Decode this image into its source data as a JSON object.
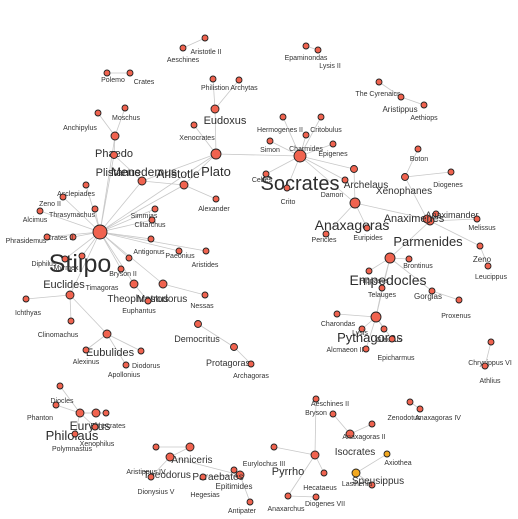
{
  "graph": {
    "colors": {
      "node": "#f0634f",
      "node_alt": "#f2a81f",
      "edge": "#c8c8c8",
      "stroke": "#222222",
      "label": "#333333"
    },
    "nodes": [
      {
        "id": "stilpo",
        "label": "Stilpo"
      },
      {
        "id": "socrates",
        "label": "Socrates"
      },
      {
        "id": "plato",
        "label": "Plato"
      },
      {
        "id": "anaxagoras",
        "label": "Anaxagoras"
      },
      {
        "id": "parmenides",
        "label": "Parmenides"
      },
      {
        "id": "empedocles",
        "label": "Empedocles"
      },
      {
        "id": "pythagoras",
        "label": "Pythagoras"
      },
      {
        "id": "menedemus",
        "label": "Menedemus"
      },
      {
        "id": "aristotle",
        "label": "Aristotle"
      },
      {
        "id": "phaedo",
        "label": "Phaedo"
      },
      {
        "id": "plistanus",
        "label": "Plistanus"
      },
      {
        "id": "eudoxus",
        "label": "Eudoxus"
      },
      {
        "id": "euclides",
        "label": "Euclides"
      },
      {
        "id": "eubulides",
        "label": "Eubulides"
      },
      {
        "id": "theophrastus",
        "label": "Theophrastus"
      },
      {
        "id": "metrodorus",
        "label": "Metrodorus"
      },
      {
        "id": "anaximander",
        "label": "Anaximander"
      },
      {
        "id": "anaximenes",
        "label": "Anaximenes"
      },
      {
        "id": "xenophanes",
        "label": "Xenophanes"
      },
      {
        "id": "archelaus",
        "label": "Archelaus"
      },
      {
        "id": "philolaus",
        "label": "Philolaus"
      },
      {
        "id": "eurytus",
        "label": "Eurytus"
      },
      {
        "id": "theodorus",
        "label": "Theodorus"
      },
      {
        "id": "paraebates",
        "label": "Paraebates"
      },
      {
        "id": "pyrrho",
        "label": "Pyrrho"
      },
      {
        "id": "isocrates",
        "label": "Isocrates"
      },
      {
        "id": "speusippus",
        "label": "Speusippus"
      },
      {
        "id": "anniceris",
        "label": "Anniceris"
      },
      {
        "id": "democritus",
        "label": "Democritus"
      },
      {
        "id": "protagoras",
        "label": "Protagoras"
      },
      {
        "id": "aristotle_ii",
        "label": "Aristotle II"
      },
      {
        "id": "aeschines",
        "label": "Aeschines"
      },
      {
        "id": "epaminondas",
        "label": "Epaminondas"
      },
      {
        "id": "lysis_ii",
        "label": "Lysis II"
      },
      {
        "id": "polemo",
        "label": "Polemo"
      },
      {
        "id": "crates",
        "label": "Crates"
      },
      {
        "id": "philistion",
        "label": "Philistion"
      },
      {
        "id": "archytas",
        "label": "Archytas"
      },
      {
        "id": "the_cyrenaics",
        "label": "The Cyrenaics"
      },
      {
        "id": "aristippus",
        "label": "Aristippus"
      },
      {
        "id": "aethiops",
        "label": "Aethiops"
      },
      {
        "id": "moschus",
        "label": "Moschus"
      },
      {
        "id": "anchipylus",
        "label": "Anchipylus"
      },
      {
        "id": "xenocrates",
        "label": "Xenocrates"
      },
      {
        "id": "charmides",
        "label": "Charmides"
      },
      {
        "id": "hermogenes_ii",
        "label": "Hermogenes II"
      },
      {
        "id": "critobulus",
        "label": "Critobulus"
      },
      {
        "id": "simon",
        "label": "Simon"
      },
      {
        "id": "epigenes",
        "label": "Epigenes"
      },
      {
        "id": "cebes",
        "label": "Cebes"
      },
      {
        "id": "crito",
        "label": "Crito"
      },
      {
        "id": "damon",
        "label": "Damon"
      },
      {
        "id": "boton",
        "label": "Boton"
      },
      {
        "id": "diogenes",
        "label": "Diogenes"
      },
      {
        "id": "asclepiades",
        "label": "Asclepiades"
      },
      {
        "id": "zeno_ii",
        "label": "Zeno II"
      },
      {
        "id": "thrasymachus",
        "label": "Thrasymachus"
      },
      {
        "id": "alcimus",
        "label": "Alcimus"
      },
      {
        "id": "crates_ii",
        "label": "Crates II"
      },
      {
        "id": "phrasidemus",
        "label": "Phrasidemus"
      },
      {
        "id": "diphilus",
        "label": "Diphilus"
      },
      {
        "id": "myrmex",
        "label": "Myrmex"
      },
      {
        "id": "simmias",
        "label": "Simmias"
      },
      {
        "id": "clitarchus",
        "label": "Clitarchus"
      },
      {
        "id": "alexander",
        "label": "Alexander"
      },
      {
        "id": "antigonus",
        "label": "Antigonus"
      },
      {
        "id": "paeonius",
        "label": "Paeonius"
      },
      {
        "id": "pericles",
        "label": "Pericles"
      },
      {
        "id": "euripides",
        "label": "Euripides"
      },
      {
        "id": "melissus",
        "label": "Melissus"
      },
      {
        "id": "zeno",
        "label": "Zeno"
      },
      {
        "id": "leucippus",
        "label": "Leucippus"
      },
      {
        "id": "brontinus",
        "label": "Brontinus"
      },
      {
        "id": "hippasus",
        "label": "Hippasus"
      },
      {
        "id": "telauges",
        "label": "Telauges"
      },
      {
        "id": "gorgias",
        "label": "Gorgias"
      },
      {
        "id": "proxenus",
        "label": "Proxenus"
      },
      {
        "id": "aristides",
        "label": "Aristides"
      },
      {
        "id": "timagoras",
        "label": "Timagoras"
      },
      {
        "id": "bryson_ii",
        "label": "Bryson II"
      },
      {
        "id": "euphantus",
        "label": "Euphantus"
      },
      {
        "id": "nessas",
        "label": "Nessas"
      },
      {
        "id": "ichthyas",
        "label": "Ichthyas"
      },
      {
        "id": "clinomachus",
        "label": "Clinomachus"
      },
      {
        "id": "charondas",
        "label": "Charondas"
      },
      {
        "id": "lysis",
        "label": "Lysis"
      },
      {
        "id": "alcmaeon_ii",
        "label": "Alcmaeon II"
      },
      {
        "id": "glaucus",
        "label": "Glaucus"
      },
      {
        "id": "epicharmus",
        "label": "Epicharmus"
      },
      {
        "id": "alexinus",
        "label": "Alexinus"
      },
      {
        "id": "diodorus",
        "label": "Diodorus"
      },
      {
        "id": "apollonius",
        "label": "Apollonius"
      },
      {
        "id": "archagoras",
        "label": "Archagoras"
      },
      {
        "id": "chrysippus_vi",
        "label": "Chrysippus VI"
      },
      {
        "id": "athlius",
        "label": "Athlius"
      },
      {
        "id": "diocles",
        "label": "Diocles"
      },
      {
        "id": "phanton",
        "label": "Phanton"
      },
      {
        "id": "echecrates",
        "label": "Echecrates"
      },
      {
        "id": "xenophilus",
        "label": "Xenophilus"
      },
      {
        "id": "polymnastus",
        "label": "Polymnastus"
      },
      {
        "id": "bryson",
        "label": "Bryson"
      },
      {
        "id": "aeschines_ii",
        "label": "Aeschines II"
      },
      {
        "id": "zenodotus",
        "label": "Zenodotus"
      },
      {
        "id": "anaxagoras_iv",
        "label": "Anaxagoras IV"
      },
      {
        "id": "aristippus_iv",
        "label": "Aristippus IV"
      },
      {
        "id": "eurylochus_iii",
        "label": "Eurylochus III"
      },
      {
        "id": "hecataeus",
        "label": "Hecataeus"
      },
      {
        "id": "anaxagoras_ii",
        "label": "Anaxagoras II"
      },
      {
        "id": "axiothea",
        "label": "Axiothea"
      },
      {
        "id": "lasthenia",
        "label": "Lasthenia"
      },
      {
        "id": "dionysius_v",
        "label": "Dionysius V"
      },
      {
        "id": "hegesias",
        "label": "Hegesias"
      },
      {
        "id": "epitimides",
        "label": "Epitimides"
      },
      {
        "id": "antipater",
        "label": "Antipater"
      },
      {
        "id": "anaxarchus",
        "label": "Anaxarchus"
      },
      {
        "id": "diogenes_vii",
        "label": "Diogenes VII"
      }
    ],
    "edges": [
      [
        "stilpo",
        "thrasymachus"
      ],
      [
        "stilpo",
        "zeno_ii"
      ],
      [
        "stilpo",
        "alcimus"
      ],
      [
        "stilpo",
        "crates_ii"
      ],
      [
        "stilpo",
        "phrasidemus"
      ],
      [
        "stilpo",
        "diphilus"
      ],
      [
        "stilpo",
        "myrmex"
      ],
      [
        "stilpo",
        "timagoras"
      ],
      [
        "stilpo",
        "bryson_ii"
      ],
      [
        "stilpo",
        "euclides"
      ],
      [
        "stilpo",
        "menedemus"
      ],
      [
        "stilpo",
        "asclepiades"
      ],
      [
        "stilpo",
        "plistanus"
      ],
      [
        "stilpo",
        "phaedo"
      ],
      [
        "stilpo",
        "simmias"
      ],
      [
        "stilpo",
        "clitarchus"
      ],
      [
        "stilpo",
        "antigonus"
      ],
      [
        "stilpo",
        "paeonius"
      ],
      [
        "stilpo",
        "aristides"
      ],
      [
        "stilpo",
        "metrodorus"
      ],
      [
        "stilpo",
        "theophrastus"
      ],
      [
        "stilpo",
        "aristotle"
      ],
      [
        "stilpo",
        "plato"
      ],
      [
        "euclides",
        "ichthyas"
      ],
      [
        "euclides",
        "clinomachus"
      ],
      [
        "euclides",
        "eubulides"
      ],
      [
        "eubulides",
        "alexinus"
      ],
      [
        "eubulides",
        "diodorus"
      ],
      [
        "eubulides",
        "apollonius"
      ],
      [
        "theophrastus",
        "euphantus"
      ],
      [
        "metrodorus",
        "nessas"
      ],
      [
        "phaedo",
        "plistanus"
      ],
      [
        "phaedo",
        "anchipylus"
      ],
      [
        "phaedo",
        "moschus"
      ],
      [
        "plistanus",
        "menedemus"
      ],
      [
        "menedemus",
        "aristotle"
      ],
      [
        "menedemus",
        "plato"
      ],
      [
        "plato",
        "socrates"
      ],
      [
        "plato",
        "eudoxus"
      ],
      [
        "plato",
        "xenocrates"
      ],
      [
        "plato",
        "aristotle"
      ],
      [
        "aristotle",
        "alexander"
      ],
      [
        "eudoxus",
        "philistion"
      ],
      [
        "eudoxus",
        "archytas"
      ],
      [
        "socrates",
        "charmides"
      ],
      [
        "socrates",
        "hermogenes_ii"
      ],
      [
        "socrates",
        "critobulus"
      ],
      [
        "socrates",
        "simon"
      ],
      [
        "socrates",
        "epigenes"
      ],
      [
        "socrates",
        "cebes"
      ],
      [
        "socrates",
        "crito"
      ],
      [
        "socrates",
        "archelaus"
      ],
      [
        "socrates",
        "damon"
      ],
      [
        "socrates",
        "anaxagoras"
      ],
      [
        "anaxagoras",
        "pericles"
      ],
      [
        "anaxagoras",
        "euripides"
      ],
      [
        "anaxagoras",
        "archelaus"
      ],
      [
        "anaxagoras",
        "anaximenes"
      ],
      [
        "anaximenes",
        "anaximander"
      ],
      [
        "anaximenes",
        "xenophanes"
      ],
      [
        "xenophanes",
        "boton"
      ],
      [
        "xenophanes",
        "diogenes"
      ],
      [
        "anaximenes",
        "parmenides"
      ],
      [
        "parmenides",
        "melissus"
      ],
      [
        "parmenides",
        "zeno"
      ],
      [
        "zeno",
        "leucippus"
      ],
      [
        "parmenides",
        "empedocles"
      ],
      [
        "empedocles",
        "brontinus"
      ],
      [
        "empedocles",
        "hippasus"
      ],
      [
        "empedocles",
        "telauges"
      ],
      [
        "empedocles",
        "gorgias"
      ],
      [
        "gorgias",
        "proxenus"
      ],
      [
        "empedocles",
        "pythagoras"
      ],
      [
        "pythagoras",
        "charondas"
      ],
      [
        "pythagoras",
        "lysis"
      ],
      [
        "pythagoras",
        "alcmaeon_ii"
      ],
      [
        "pythagoras",
        "glaucus"
      ],
      [
        "pythagoras",
        "epicharmus"
      ],
      [
        "pythagoras",
        "telauges"
      ],
      [
        "democritus",
        "protagoras"
      ],
      [
        "protagoras",
        "archagoras"
      ],
      [
        "aristotle_ii",
        "aeschines"
      ],
      [
        "epaminondas",
        "lysis_ii"
      ],
      [
        "polemo",
        "crates"
      ],
      [
        "the_cyrenaics",
        "aristippus"
      ],
      [
        "aristippus",
        "aethiops"
      ],
      [
        "chrysippus_vi",
        "athlius"
      ],
      [
        "philolaus",
        "eurytus"
      ],
      [
        "philolaus",
        "diocles"
      ],
      [
        "philolaus",
        "phanton"
      ],
      [
        "philolaus",
        "echecrates"
      ],
      [
        "philolaus",
        "xenophilus"
      ],
      [
        "philolaus",
        "polymnastus"
      ],
      [
        "eurytus",
        "echecrates"
      ],
      [
        "theodorus",
        "anniceris"
      ],
      [
        "theodorus",
        "dionysius_v"
      ],
      [
        "theodorus",
        "paraebates"
      ],
      [
        "anniceris",
        "aristippus_iv"
      ],
      [
        "paraebates",
        "hegesias"
      ],
      [
        "paraebates",
        "epitimides"
      ],
      [
        "paraebates",
        "antipater"
      ],
      [
        "pyrrho",
        "eurylochus_iii"
      ],
      [
        "pyrrho",
        "bryson"
      ],
      [
        "pyrrho",
        "hecataeus"
      ],
      [
        "pyrrho",
        "anaxarchus"
      ],
      [
        "anaxarchus",
        "diogenes_vii"
      ],
      [
        "isocrates",
        "aeschines_ii"
      ],
      [
        "isocrates",
        "anaxagoras_ii"
      ],
      [
        "zenodotus",
        "anaxagoras_iv"
      ],
      [
        "speusippus",
        "lasthenia"
      ],
      [
        "speusippus",
        "axiothea"
      ]
    ]
  }
}
